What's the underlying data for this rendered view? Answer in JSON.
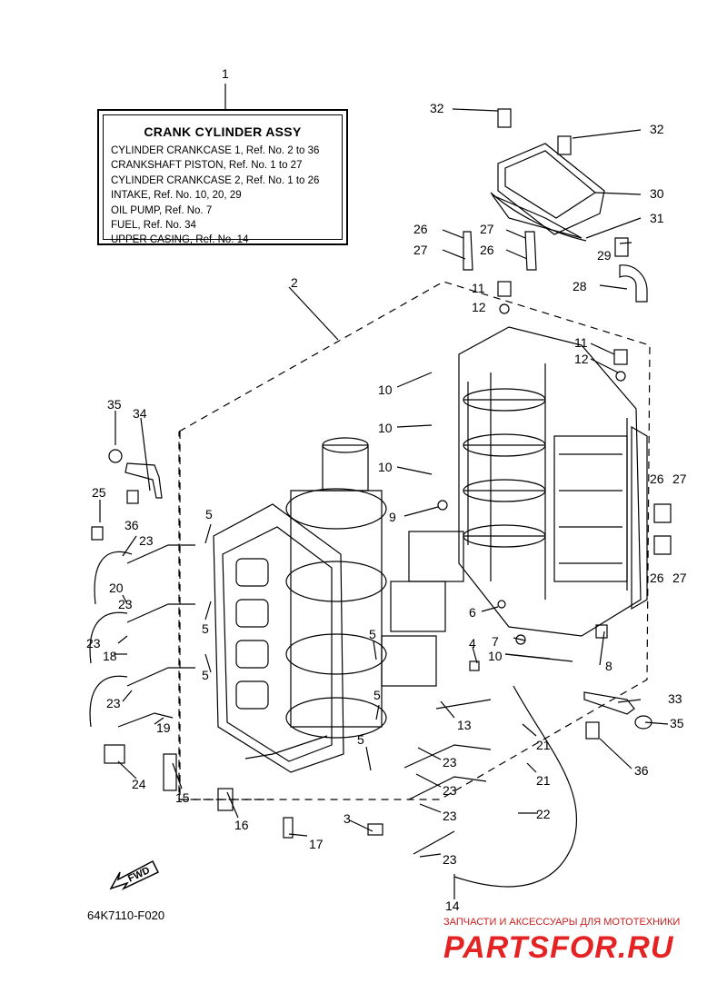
{
  "assy": {
    "title": "CRANK CYLINDER ASSY",
    "lines": [
      "CYLINDER CRANKCASE 1,  Ref. No. 2 to 36",
      "CRANKSHAFT PISTON,  Ref. No. 1 to 27",
      "CYLINDER CRANKCASE 2,  Ref. No. 1 to 26",
      "INTAKE,  Ref. No. 10, 20, 29",
      "OIL PUMP,  Ref. No. 7",
      "FUEL,  Ref. No. 34",
      "UPPER CASING,  Ref. No. 14"
    ]
  },
  "callouts": [
    "1",
    "2",
    "3",
    "4",
    "5",
    "5",
    "5",
    "5",
    "5",
    "5",
    "6",
    "7",
    "8",
    "9",
    "10",
    "10",
    "10",
    "10",
    "11",
    "11",
    "12",
    "12",
    "13",
    "14",
    "15",
    "16",
    "17",
    "18",
    "19",
    "20",
    "21",
    "21",
    "22",
    "23",
    "23",
    "23",
    "23",
    "23",
    "23",
    "23",
    "23",
    "24",
    "25",
    "26",
    "26",
    "26",
    "26",
    "27",
    "27",
    "27",
    "27",
    "28",
    "29",
    "30",
    "31",
    "32",
    "32",
    "33",
    "34",
    "35",
    "35",
    "36",
    "36"
  ],
  "fwd_label": "FWD",
  "figure_code": "64K7110-F020",
  "watermark": {
    "text": "ЗАПЧАСТИ И АКСЕССУАРЫ ДЛЯ МОТОТЕХНИКИ",
    "logo": "PARTSFOR.RU"
  }
}
